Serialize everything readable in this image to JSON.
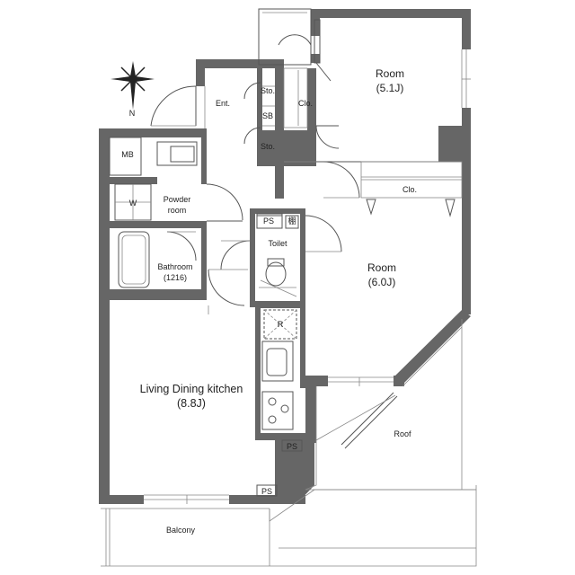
{
  "compass": {
    "north": "N"
  },
  "rooms": {
    "room_north": {
      "name": "Room",
      "size": "(5.1J)"
    },
    "room_east": {
      "name": "Room",
      "size": "(6.0J)"
    },
    "ldk": {
      "name": "Living Dining kitchen",
      "size": "(8.8J)"
    },
    "bathroom": {
      "name": "Bathroom",
      "size": "(1216)"
    },
    "powder": {
      "line1": "Powder",
      "line2": "room"
    },
    "toilet": "Toilet",
    "entrance": "Ent.",
    "balcony": "Balcony",
    "roof": "Roof"
  },
  "fixtures": {
    "sto_upper": "Sto.",
    "sto_lower": "Sto.",
    "sb": "SB",
    "clo_north": "Clo.",
    "clo_east": "Clo.",
    "mb": "MB",
    "washer": "W",
    "ps_toilet": "PS",
    "shelf": "棚",
    "refrigerator": "R",
    "ps_kitchen": "PS",
    "ps_balcony": "PS"
  }
}
